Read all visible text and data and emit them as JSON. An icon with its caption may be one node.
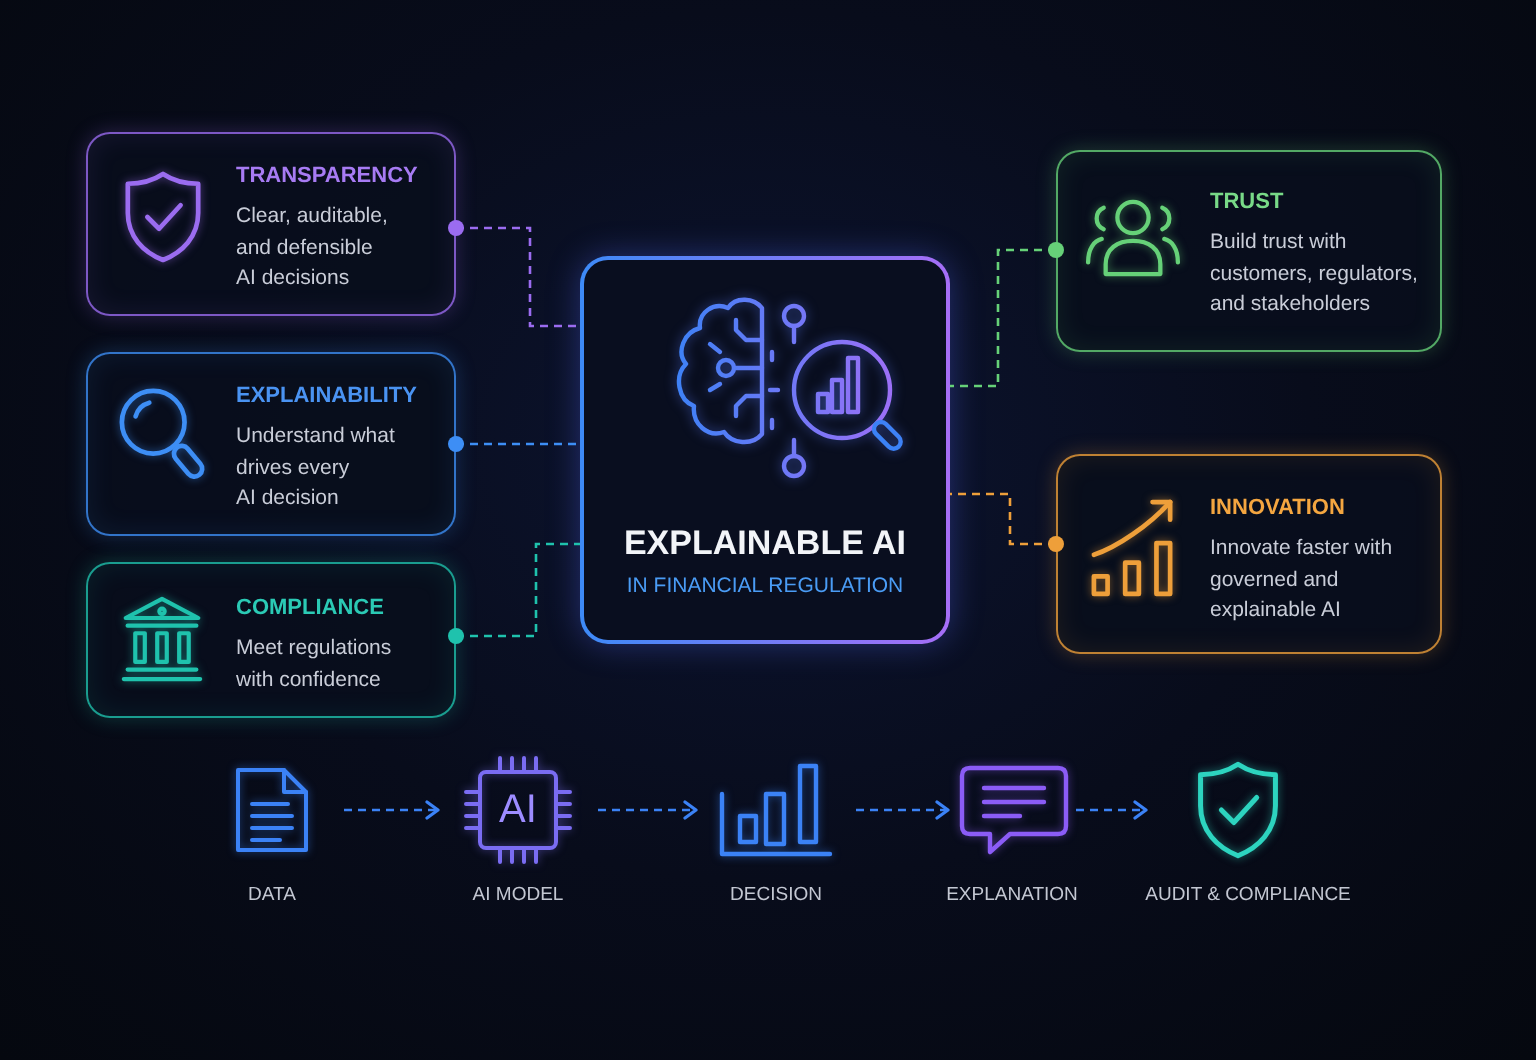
{
  "diagram": {
    "nodes": [
      {
        "text": [
          "TRANSPARENCY",
          "Clear, auditable, and defensible AI decisions"
        ]
      },
      {
        "text": [
          "EXPLAINABILITY",
          "Understand what drives every AI decision"
        ]
      },
      {
        "text": [
          "COMPLIANCE",
          "Meet regulations with confidence"
        ]
      },
      {
        "text": [
          "EXPLAINABLE AI",
          "IN FINANCIAL REGULATION"
        ]
      },
      {
        "text": [
          "TRUST",
          "Build trust with customers, regulators, and stakeholders"
        ]
      },
      {
        "text": [
          "INNOVATION",
          "Innovate faster with governed and explainable AI"
        ]
      },
      {
        "text": [
          "DATA"
        ]
      },
      {
        "text": [
          "AI",
          "AI MODEL"
        ]
      },
      {
        "text": [
          "DECISION"
        ]
      },
      {
        "text": [
          "EXPLANATION"
        ]
      },
      {
        "text": [
          "AUDIT & COMPLIANCE"
        ]
      }
    ],
    "edges": [
      {
        "from": 0,
        "to": 3,
        "arrow": "other",
        "style": "dashed",
        "color": "#9b6cf0"
      },
      {
        "from": 1,
        "to": 3,
        "arrow": "other",
        "style": "dashed",
        "color": "#3d8ef5"
      },
      {
        "from": 2,
        "to": 3,
        "arrow": "other",
        "style": "dashed",
        "color": "#1fc2ad"
      },
      {
        "from": 4,
        "to": 3,
        "arrow": "other",
        "style": "dashed",
        "color": "#66d178"
      },
      {
        "from": 5,
        "to": 3,
        "arrow": "other",
        "style": "dashed",
        "color": "#ee9f3a"
      },
      {
        "from": 6,
        "to": 7,
        "arrow": "to",
        "style": "dashed"
      },
      {
        "from": 7,
        "to": 8,
        "arrow": "to",
        "style": "dashed"
      },
      {
        "from": 8,
        "to": 9,
        "arrow": "to",
        "style": "dashed"
      },
      {
        "from": 9,
        "to": 10,
        "arrow": "to",
        "style": "dashed"
      }
    ]
  }
}
